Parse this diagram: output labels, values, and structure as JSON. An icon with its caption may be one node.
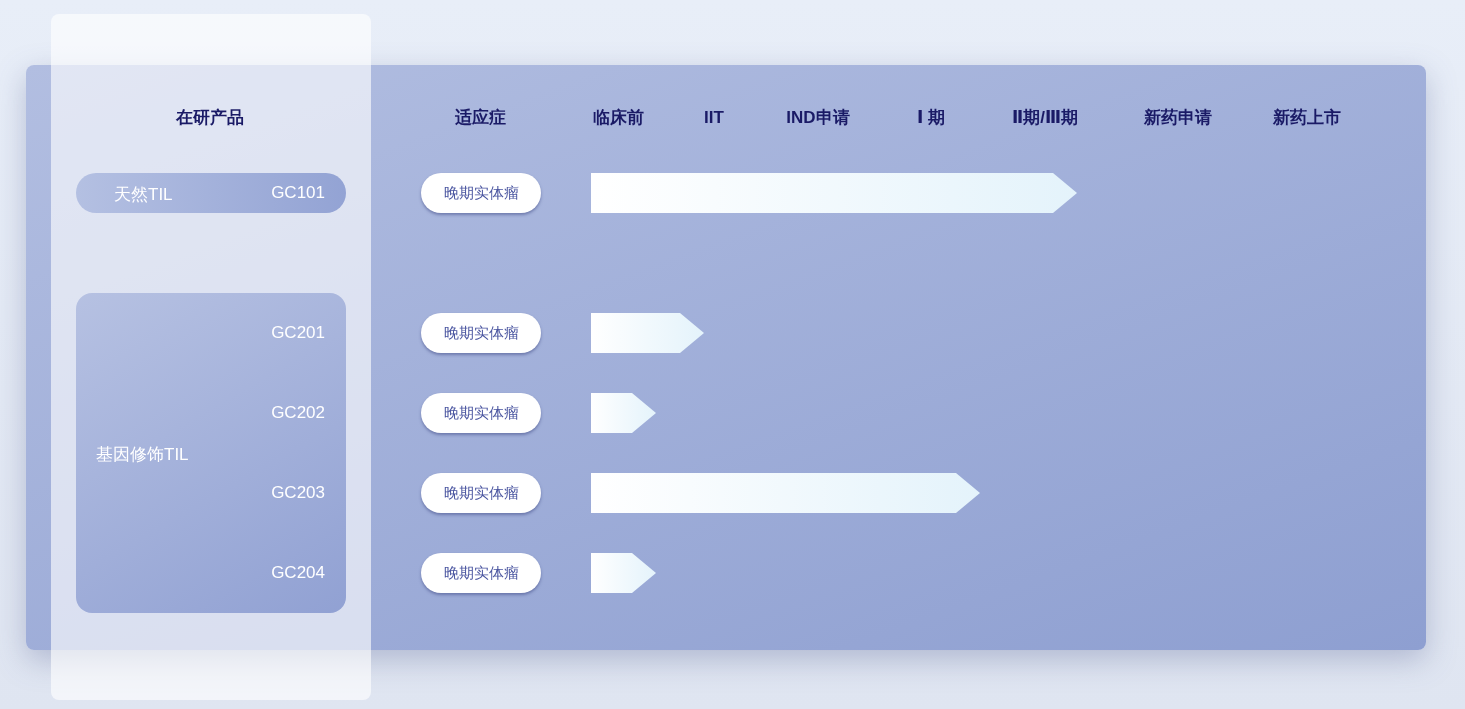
{
  "diagram": {
    "nodes": [
      {
        "text": [
          "天然TIL",
          "GC101"
        ]
      },
      {
        "text": [
          "基因修饰TIL",
          "GC201",
          "GC202",
          "GC203",
          "GC204"
        ]
      },
      {
        "text": [
          "晚期实体瘤"
        ]
      },
      {
        "text": [
          "晚期实体瘤"
        ]
      },
      {
        "text": [
          "晚期实体瘤"
        ]
      },
      {
        "text": [
          "晚期实体瘤"
        ]
      },
      {
        "text": [
          "晚期实体瘤"
        ]
      },
      {
        "text": [],
        "shape": "bar"
      },
      {
        "text": [],
        "shape": "bar"
      },
      {
        "text": [],
        "shape": "bar"
      },
      {
        "text": [],
        "shape": "bar"
      },
      {
        "text": [],
        "shape": "bar"
      }
    ],
    "labels": [
      "在研产品",
      "适应症",
      "临床前",
      "IIT",
      "IND申请",
      "Ⅰ 期",
      "Ⅱ期/Ⅲ期",
      "新药申请",
      "新药上市"
    ]
  }
}
